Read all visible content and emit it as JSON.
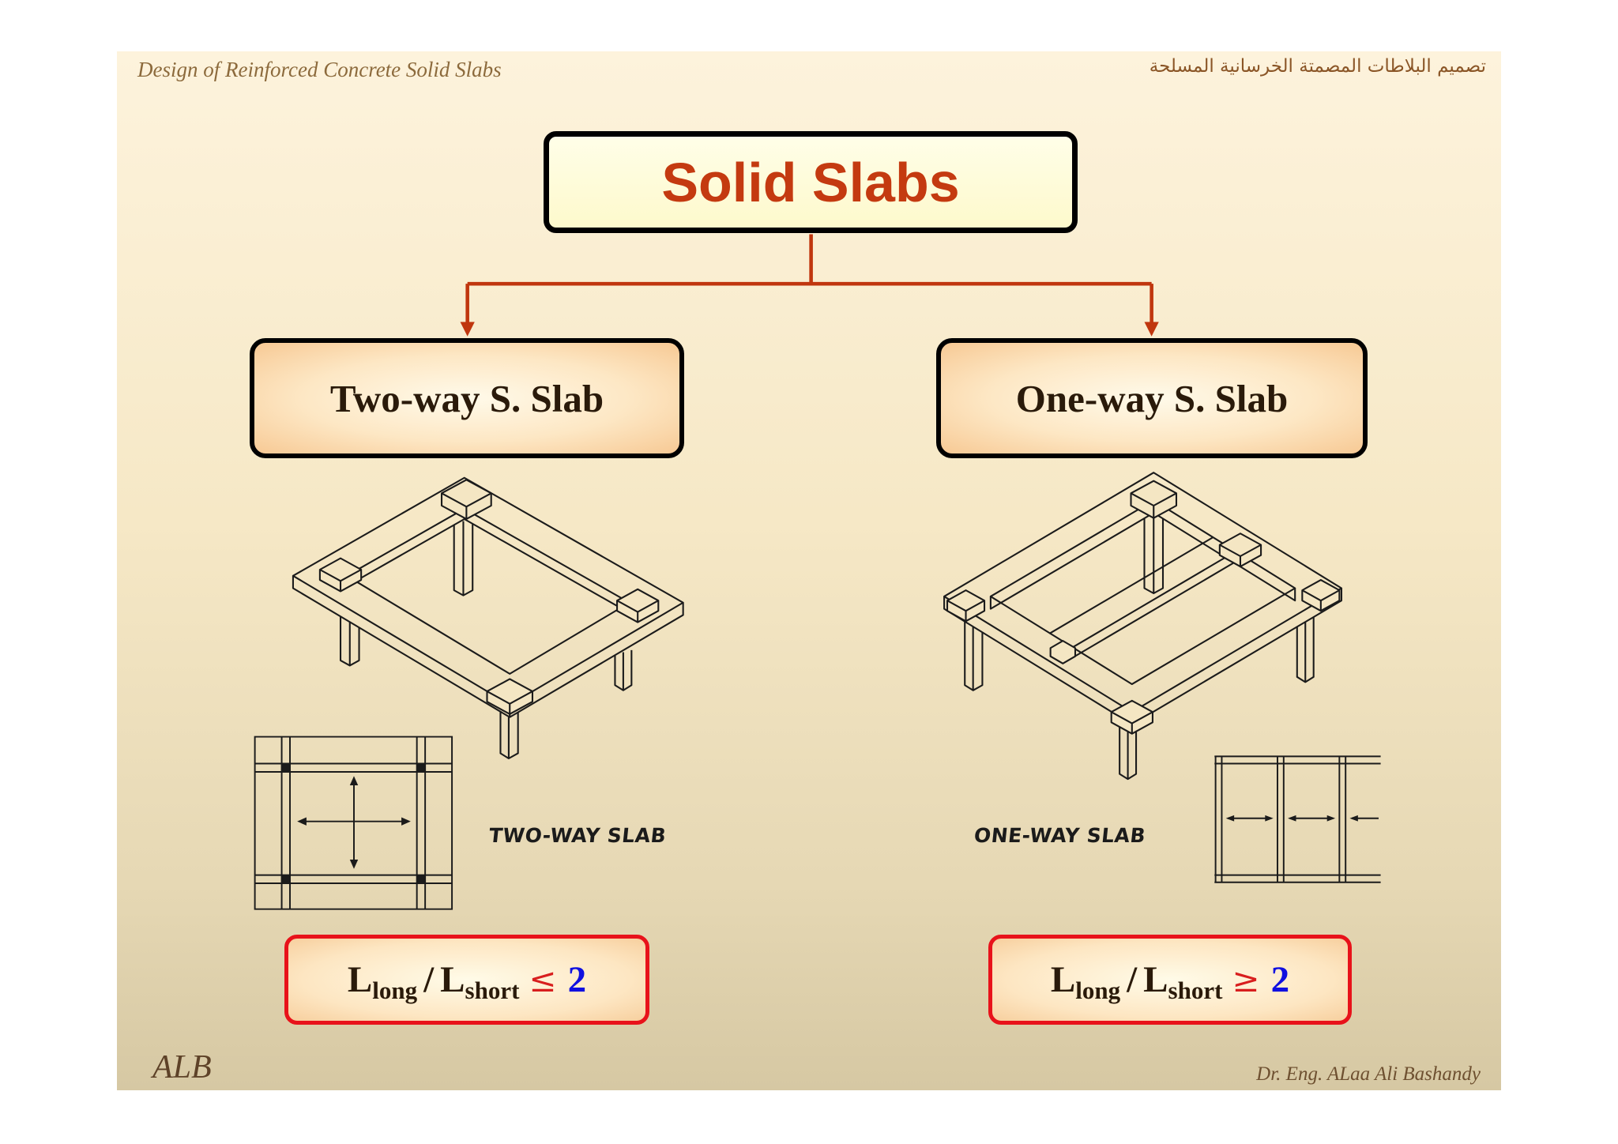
{
  "header": {
    "course_title": "Design of Reinforced Concrete Solid Slabs",
    "course_title_arabic": "تصميم البلاطات المصمتة الخرسانية المسلحة"
  },
  "root": {
    "title": "Solid Slabs"
  },
  "branches": [
    {
      "title": "Two-way S. Slab",
      "drawing_label": "TWO-WAY SLAB",
      "formula": {
        "var1": "L",
        "sub1": "long",
        "separator": "/",
        "var2": "L",
        "sub2": "short",
        "operator": "≤",
        "value": "2"
      }
    },
    {
      "title": "One-way S. Slab",
      "drawing_label": "ONE-WAY SLAB",
      "formula": {
        "var1": "L",
        "sub1": "long",
        "separator": "/",
        "var2": "L",
        "sub2": "short",
        "operator": "≥",
        "value": "2"
      }
    }
  ],
  "footer": {
    "initials": "ALB",
    "author": "Dr. Eng. ALaa Ali Bashandy"
  },
  "colors": {
    "root_title": "#c43a10",
    "connector": "#c0360e",
    "formula_border": "#e8121a",
    "formula_operator": "#d81e1e",
    "formula_value": "#1010e0",
    "drawing_ink": "#1b1b1b"
  }
}
